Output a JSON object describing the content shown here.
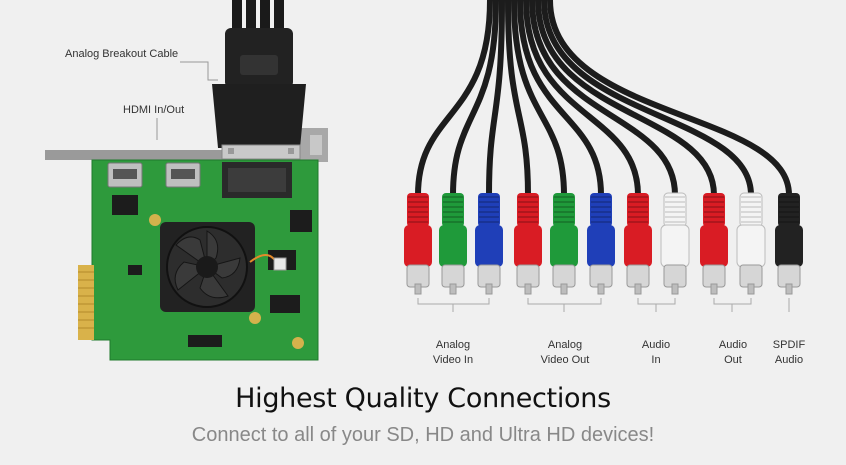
{
  "callouts": {
    "breakout_cable": "Analog Breakout Cable",
    "hdmi": "HDMI In/Out"
  },
  "connector_groups": [
    {
      "line1": "Analog",
      "line2": "Video In"
    },
    {
      "line1": "Analog",
      "line2": "Video Out"
    },
    {
      "line1": "Audio",
      "line2": "In"
    },
    {
      "line1": "Audio",
      "line2": "Out"
    },
    {
      "line1": "SPDIF",
      "line2": "Audio"
    }
  ],
  "connectors": [
    {
      "color": "#d91c24"
    },
    {
      "color": "#1f9a3a"
    },
    {
      "color": "#1f3fb8"
    },
    {
      "color": "#d91c24"
    },
    {
      "color": "#1f9a3a"
    },
    {
      "color": "#1f3fb8"
    },
    {
      "color": "#d91c24"
    },
    {
      "color": "#f4f4f4"
    },
    {
      "color": "#d91c24"
    },
    {
      "color": "#f4f4f4"
    },
    {
      "color": "#222222"
    }
  ],
  "colors": {
    "background": "#f0f0f0",
    "pcb": "#2e9a3c",
    "gold_contacts": "#d9b24a"
  },
  "headline": "Highest Quality Connections",
  "subline": "Connect to all of your SD, HD and Ultra HD devices!"
}
